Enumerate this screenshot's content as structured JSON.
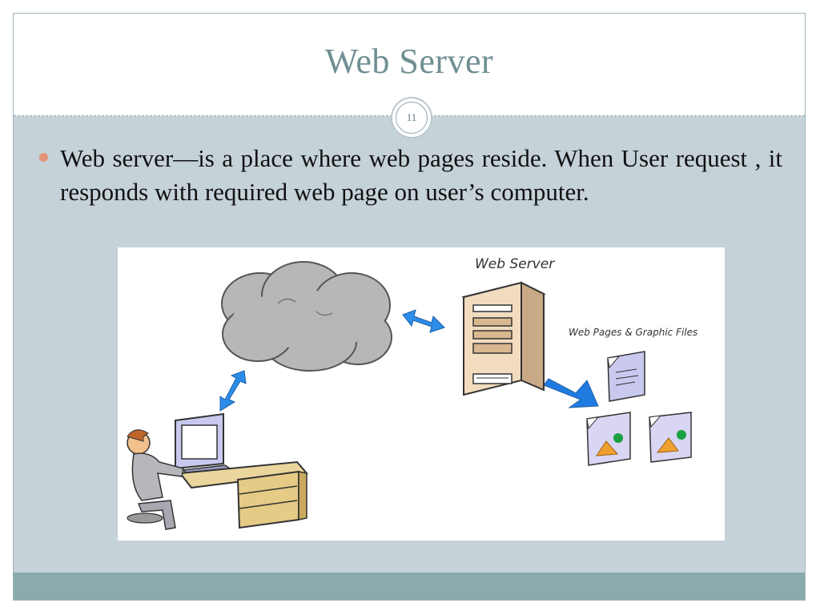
{
  "slide": {
    "title": "Web Server",
    "page_number": "11",
    "bullet": "Web server—is a place where  web pages reside. When User request , it responds with required web page on user’s computer."
  },
  "diagram": {
    "server_label": "Web Server",
    "files_label": "Web Pages & Graphic Files"
  },
  "colors": {
    "title": "#6f8f93",
    "body_bg": "#c5d2d8",
    "footer": "#8aaaad",
    "bullet": "#e49276",
    "arrow": "#2b8de8"
  }
}
